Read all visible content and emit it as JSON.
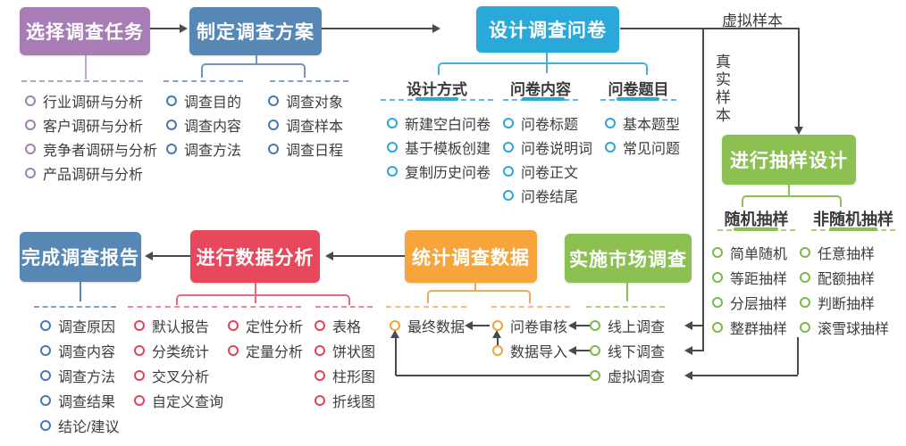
{
  "diagram": {
    "boxes": {
      "task": {
        "label": "选择调查任务",
        "color": "#a87cb5"
      },
      "plan": {
        "label": "制定调查方案",
        "color": "#5787b5"
      },
      "design": {
        "label": "设计调查问卷",
        "color": "#29a9da"
      },
      "sampling": {
        "label": "进行抽样设计",
        "color": "#8cc152"
      },
      "report": {
        "label": "完成调查报告",
        "color": "#5787b5"
      },
      "analysis": {
        "label": "进行数据分析",
        "color": "#e8485c"
      },
      "stats": {
        "label": "统计调查数据",
        "color": "#f5a53c"
      },
      "implement": {
        "label": "实施市场调查",
        "color": "#8cc152"
      }
    },
    "edge_labels": {
      "virtual_sample": "虚拟样本",
      "real_sample": "真实样本"
    },
    "groups": {
      "task": {
        "items": [
          "行业调研与分析",
          "客户调研与分析",
          "竞争者调研与分析",
          "产品调研与分析"
        ]
      },
      "plan": {
        "columns": [
          [
            "调查目的",
            "调查内容",
            "调查方法"
          ],
          [
            "调查对象",
            "调查样本",
            "调查日程"
          ]
        ]
      },
      "design": {
        "columns": [
          {
            "header": "设计方式",
            "items": [
              "新建空白问卷",
              "基于模板创建",
              "复制历史问卷"
            ]
          },
          {
            "header": "问卷内容",
            "items": [
              "问卷标题",
              "问卷说明词",
              "问卷正文",
              "问卷结尾"
            ]
          },
          {
            "header": "问卷题目",
            "items": [
              "基本题型",
              "常见问题"
            ]
          }
        ]
      },
      "sampling": {
        "columns": [
          {
            "header": "随机抽样",
            "items": [
              "简单随机",
              "等距抽样",
              "分层抽样",
              "整群抽样"
            ]
          },
          {
            "header": "非随机抽样",
            "items": [
              "任意抽样",
              "配额抽样",
              "判断抽样",
              "滚雪球抽样"
            ]
          }
        ]
      },
      "report": {
        "items": [
          "调查原因",
          "调查内容",
          "调查方法",
          "调查结果",
          "结论/建议"
        ]
      },
      "analysis": {
        "columns": [
          [
            "默认报告",
            "分类统计",
            "交叉分析",
            "自定义查询"
          ],
          [
            "定性分析",
            "定量分析"
          ],
          [
            "表格",
            "饼状图",
            "柱形图",
            "折线图"
          ]
        ]
      },
      "stats": {
        "columns": [
          [
            "最终数据"
          ],
          [
            "问卷审核",
            "数据导入"
          ]
        ]
      },
      "implement": {
        "items": [
          "线上调查",
          "线下调查",
          "虚拟调查"
        ]
      }
    },
    "palette": {
      "purple": "#a87cb5",
      "blue": "#5787b5",
      "cyan": "#29a9da",
      "green": "#8cc152",
      "red": "#e8485c",
      "orange": "#f5a53c",
      "text_dark": "#3c3c3c",
      "line_gray": "#4a4a4a"
    }
  }
}
